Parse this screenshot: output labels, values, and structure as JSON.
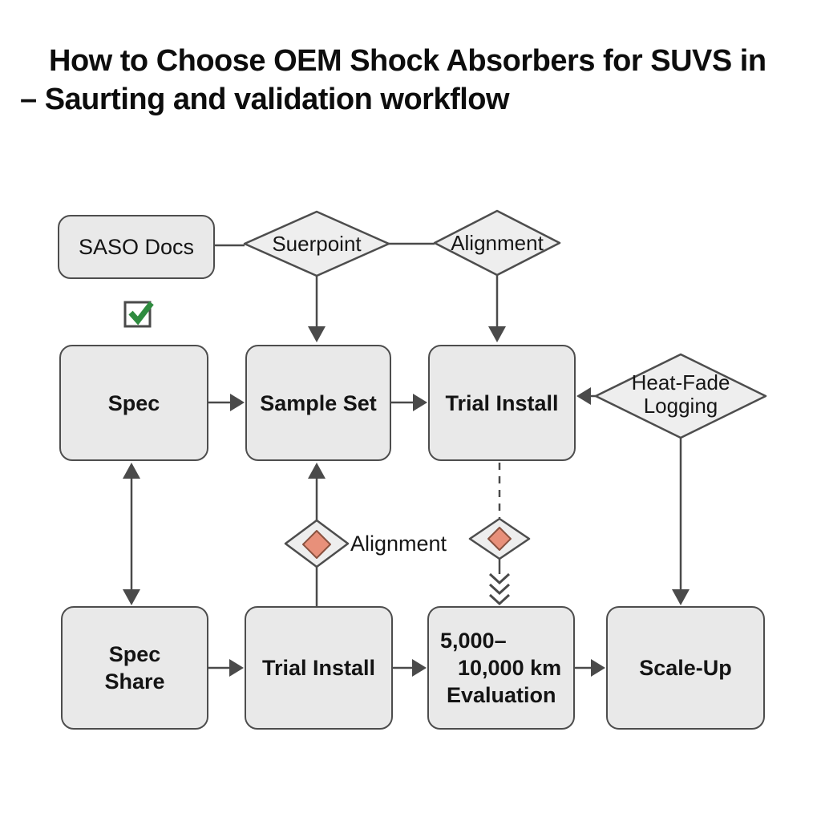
{
  "title": {
    "line1": "How to Choose OEM Shock Absorbers for SUVS in",
    "line2": "– Saurting and validation workflow"
  },
  "nodes": {
    "saso_docs": {
      "label": "SASO Docs",
      "shape": "rounded-rect"
    },
    "suerpoint": {
      "label": "Suerpoint",
      "shape": "diamond"
    },
    "alignment_top": {
      "label": "Alignment",
      "shape": "diamond"
    },
    "spec": {
      "label": "Spec",
      "shape": "rounded-rect"
    },
    "sample_set": {
      "label": "Sample Set",
      "shape": "rounded-rect"
    },
    "trial_install_mid": {
      "label": "Trial Install",
      "shape": "rounded-rect"
    },
    "heat_fade": {
      "line1": "Heat-Fade",
      "line2": "Logging",
      "shape": "diamond"
    },
    "spec_share": {
      "line1": "Spec",
      "line2": "Share",
      "shape": "rounded-rect"
    },
    "trial_install_bottom": {
      "label": "Trial Install",
      "shape": "rounded-rect"
    },
    "evaluation": {
      "line1": "5,000–",
      "line2": "10,000 km",
      "line3": "Evaluation",
      "shape": "rounded-rect"
    },
    "scale_up": {
      "label": "Scale-Up",
      "shape": "rounded-rect"
    }
  },
  "edge_labels": {
    "alignment_gate": "Alignment"
  },
  "icons": {
    "checked_checkbox": "green-checkmark-in-box",
    "alignment_gate_marker": "orange-diamond-gate",
    "double_chevron": "triple-chevron-down-arrow"
  },
  "colors": {
    "background": "#ffffff",
    "node_fill": "#e9e9e9",
    "diamond_fill": "#eeeeee",
    "node_border": "#4d4d4d",
    "connector": "#4a4a4a",
    "gate_fill": "#e8907a",
    "gate_border": "#8a5240",
    "check_green": "#2f8b3f",
    "title_text": "#0d0d0d"
  }
}
